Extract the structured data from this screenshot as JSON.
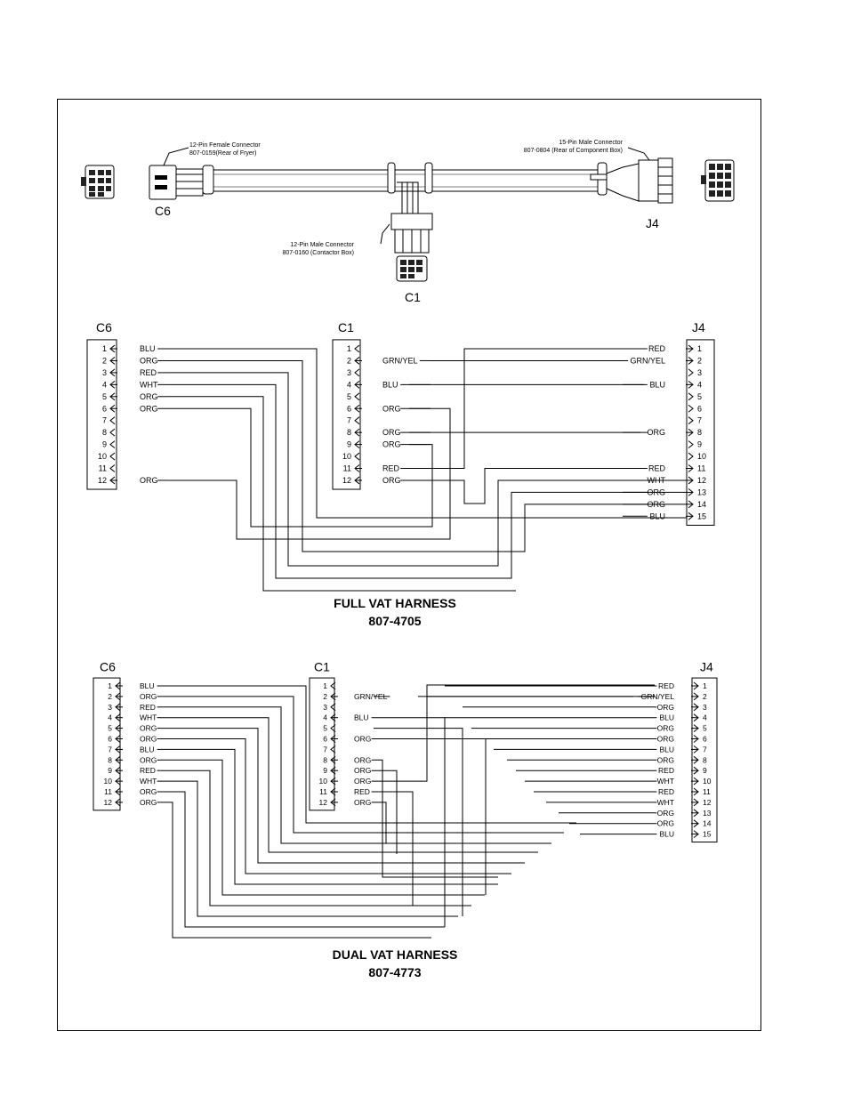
{
  "photo": {
    "c6_callout": [
      "12-Pin Female Connector",
      "807-0159(Rear of Fryer)"
    ],
    "j4_callout": [
      "15-Pin Male Connector",
      "807-0804 (Rear of Component Box)"
    ],
    "c1_callout": [
      "12-Pin Male Connector",
      "807-0160 (Contactor Box)"
    ],
    "c6_label": "C6",
    "j4_label": "J4",
    "c1_label": "C1"
  },
  "full": {
    "c6_title": "C6",
    "c1_title": "C1",
    "j4_title": "J4",
    "c6_wires": {
      "1": "BLU",
      "2": "ORG",
      "3": "RED",
      "4": "WHT",
      "5": "ORG",
      "6": "ORG",
      "12": "ORG"
    },
    "c1_wires": {
      "2": "GRN/YEL",
      "4": "BLU",
      "6": "ORG",
      "8": "ORG",
      "9": "ORG",
      "11": "RED",
      "12": "ORG"
    },
    "j4_wires": {
      "1": "RED",
      "2": "GRN/YEL",
      "4": "BLU",
      "8": "ORG",
      "11": "RED",
      "12": "WHT",
      "13": "ORG",
      "14": "ORG",
      "15": "BLU"
    },
    "title": "FULL VAT HARNESS",
    "part": "807-4705"
  },
  "dual": {
    "c6_title": "C6",
    "c1_title": "C1",
    "j4_title": "J4",
    "c6_wires": {
      "1": "BLU",
      "2": "ORG",
      "3": "RED",
      "4": "WHT",
      "5": "ORG",
      "6": "ORG",
      "7": "BLU",
      "8": "ORG",
      "9": "RED",
      "10": "WHT",
      "11": "ORG",
      "12": "ORG"
    },
    "c1_wires": {
      "2": "GRN/YEL",
      "4": "BLU",
      "6": "ORG",
      "8": "ORG",
      "9": "ORG",
      "10": "ORG",
      "11": "RED",
      "12": "ORG"
    },
    "j4_wires": {
      "1": "RED",
      "2": "GRN/YEL",
      "3": "ORG",
      "4": "BLU",
      "5": "ORG",
      "6": "ORG",
      "7": "BLU",
      "8": "ORG",
      "9": "RED",
      "10": "WHT",
      "11": "RED",
      "12": "WHT",
      "13": "ORG",
      "14": "ORG",
      "15": "BLU"
    },
    "title": "DUAL VAT HARNESS",
    "part": "807-4773"
  }
}
